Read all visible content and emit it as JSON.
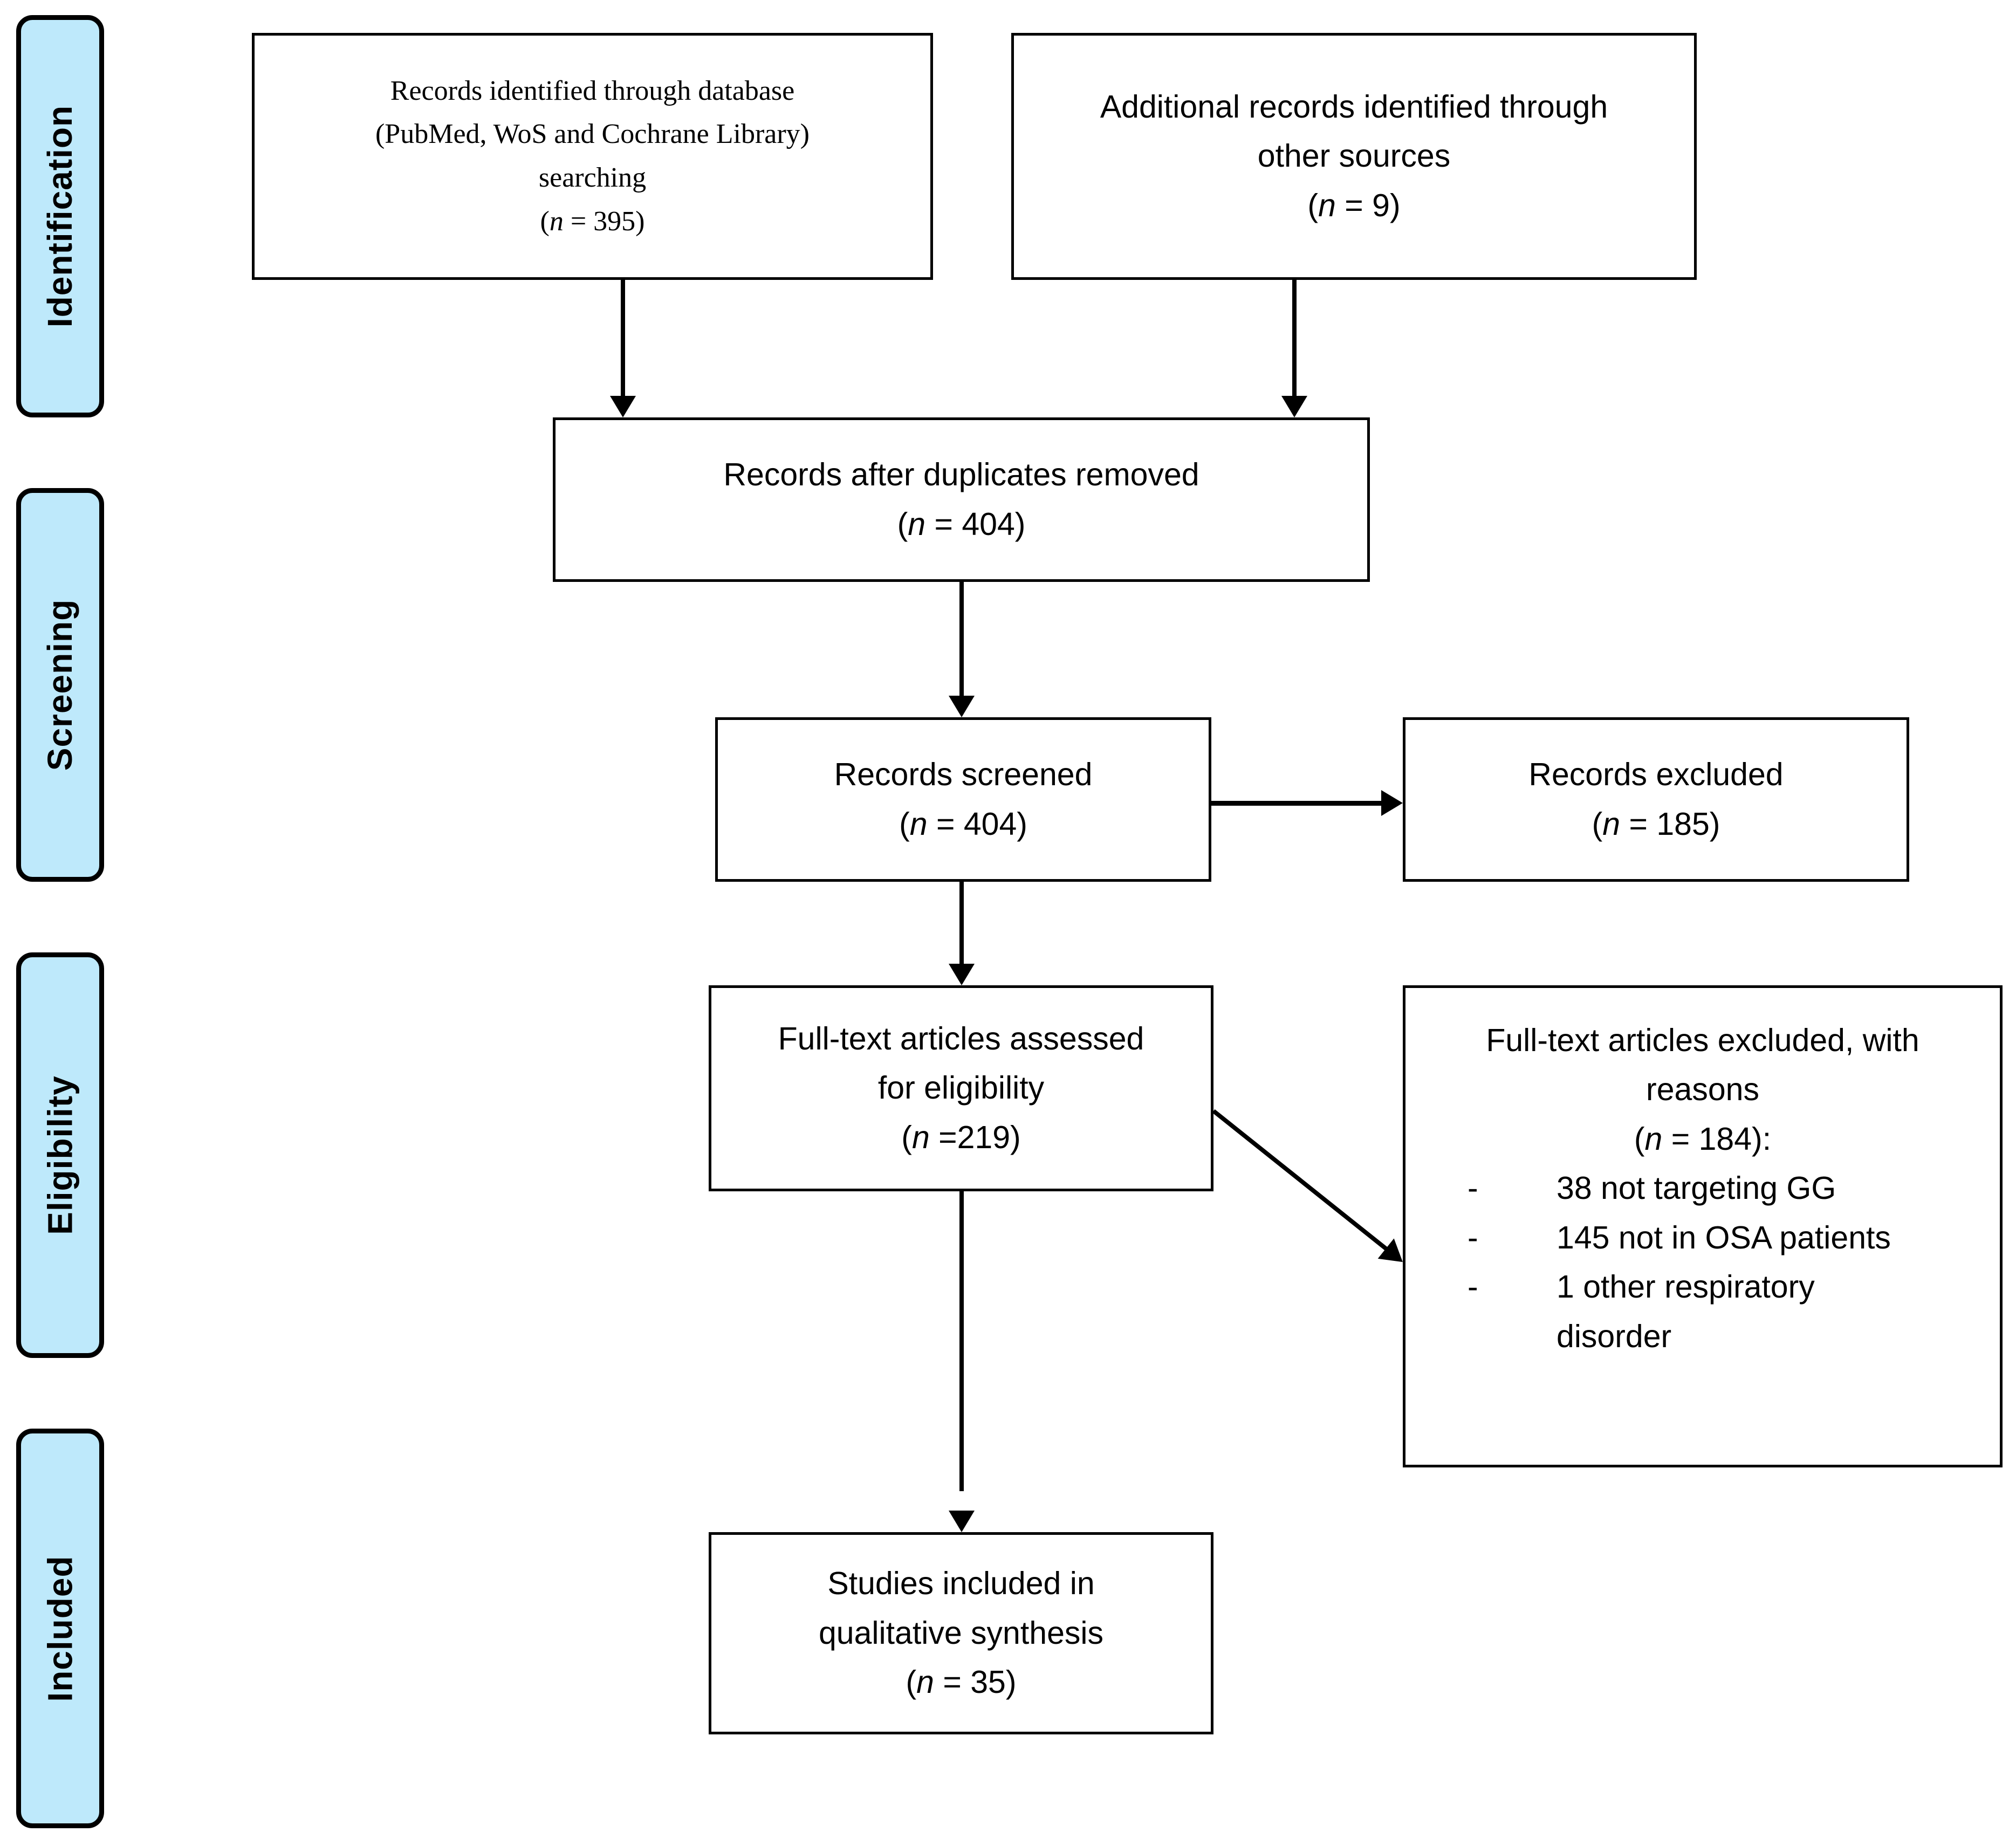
{
  "diagram_type": "PRISMA flow diagram",
  "ui": {
    "dash": "-"
  },
  "colors": {
    "stage_fill": "#BEE9FB",
    "stage_border": "#000000",
    "box_fill": "#FFFFFF",
    "box_border": "#000000",
    "arrow": "#000000",
    "text": "#000000"
  },
  "stages": [
    {
      "label": "Identification"
    },
    {
      "label": "Screening"
    },
    {
      "label": "Eligibility"
    },
    {
      "label": "Included"
    }
  ],
  "boxes": {
    "identified_db": {
      "lines": [
        "Records identified through database",
        "(PubMed, WoS and Cochrane Library)",
        "searching",
        "(n = 395)"
      ]
    },
    "identified_other": {
      "lines": [
        "Additional records identified through",
        "other sources",
        "(n = 9)"
      ]
    },
    "deduplicated": {
      "lines": [
        "Records after duplicates removed",
        "(n = 404)"
      ]
    },
    "screened": {
      "lines": [
        "Records screened",
        "(n = 404)"
      ]
    },
    "records_excluded": {
      "lines": [
        "Records excluded",
        "(n = 185)"
      ]
    },
    "fulltext_assessed": {
      "lines": [
        "Full-text articles assessed",
        "for eligibility",
        "(n =219)"
      ]
    },
    "fulltext_excluded": {
      "lines": [
        "Full-text articles excluded, with",
        "reasons",
        "(n = 184):"
      ],
      "reasons": [
        "38 not targeting GG",
        "145 not in OSA patients",
        "1 other respiratory disorder"
      ]
    },
    "included_studies": {
      "lines": [
        "Studies included in",
        "qualitative synthesis",
        "(n = 35)"
      ]
    }
  }
}
